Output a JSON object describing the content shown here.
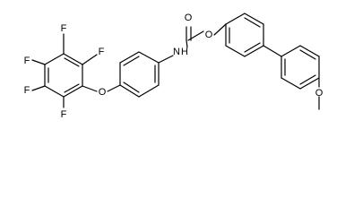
{
  "structure": {
    "atoms": {
      "f_top_left": "F",
      "f_top_right": "F",
      "f_left_upper": "F",
      "f_left_lower": "F",
      "f_bottom": "F",
      "o_ether_left": "O",
      "n_amide": "N",
      "h_amide": "H",
      "o_carbonyl": "O",
      "o_ester": "O",
      "o_methoxy": "O"
    }
  }
}
